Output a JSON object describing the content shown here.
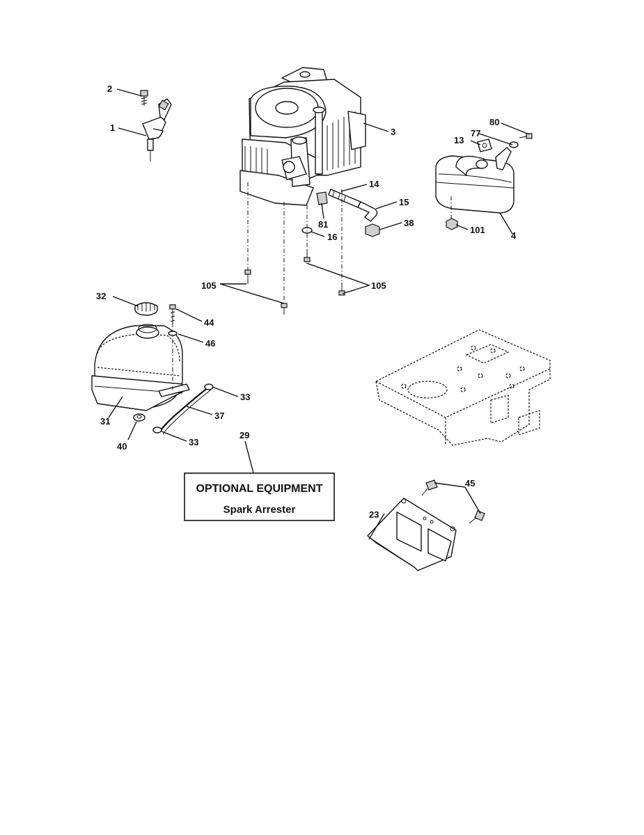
{
  "callouts": {
    "c1": "1",
    "c2": "2",
    "c3": "3",
    "c4": "4",
    "c13": "13",
    "c14": "14",
    "c15": "15",
    "c16": "16",
    "c23": "23",
    "c29": "29",
    "c31": "31",
    "c32": "32",
    "c33a": "33",
    "c33b": "33",
    "c37": "37",
    "c38": "38",
    "c40": "40",
    "c44": "44",
    "c45": "45",
    "c46": "46",
    "c77": "77",
    "c80": "80",
    "c81": "81",
    "c101": "101",
    "c105a": "105",
    "c105b": "105"
  },
  "optional_box": {
    "title": "OPTIONAL EQUIPMENT",
    "subtitle": "Spark Arrester"
  }
}
